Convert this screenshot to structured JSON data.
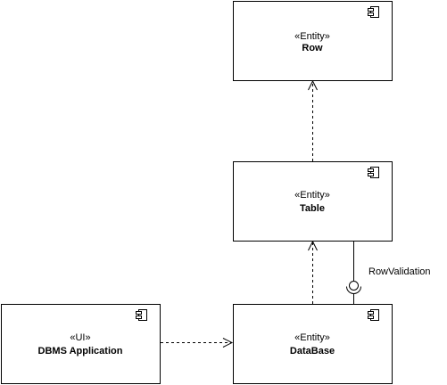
{
  "components": {
    "row": {
      "stereotype": "«Entity»",
      "name": "Row"
    },
    "table": {
      "stereotype": "«Entity»",
      "name": "Table"
    },
    "database": {
      "stereotype": "«Entity»",
      "name": "DataBase"
    },
    "dbms_app": {
      "stereotype": "«UI»",
      "name": "DBMS Application"
    }
  },
  "interfaces": {
    "row_validation": {
      "label": "RowValidation"
    }
  },
  "icons": {
    "component": "uml-component-icon"
  }
}
